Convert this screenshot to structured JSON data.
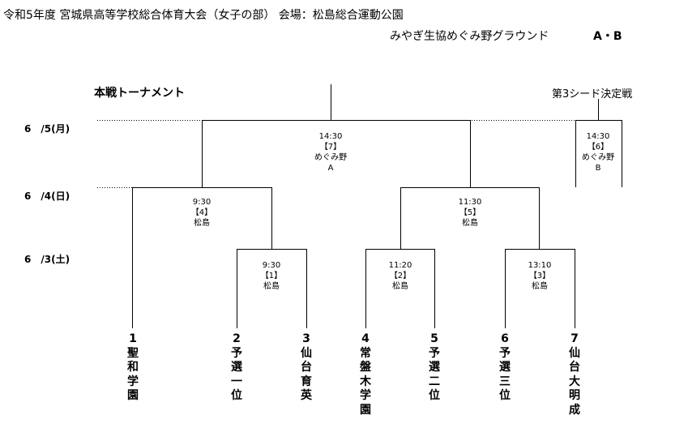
{
  "header": {
    "line1": "令和5年度 宮城県高等学校総合体育大会（女子の部） 会場：松島総合運動公園",
    "line2": "みやぎ生協めぐみ野グラウンド",
    "courts": "A・B"
  },
  "section_title": "本戦トーナメント",
  "third_seed_label": "第3シード決定戦",
  "dates": [
    "6　/5(月)",
    "6　/4(日)",
    "6　/3(土)"
  ],
  "matches": {
    "m7": {
      "time": "14:30",
      "num": "【7】",
      "venue": "めぐみ野",
      "court": "A"
    },
    "m6": {
      "time": "14:30",
      "num": "【6】",
      "venue": "めぐみ野",
      "court": "B"
    },
    "m4": {
      "time": "9:30",
      "num": "【4】",
      "venue": "松島"
    },
    "m5": {
      "time": "11:30",
      "num": "【5】",
      "venue": "松島"
    },
    "m1": {
      "time": "9:30",
      "num": "【1】",
      "venue": "松島"
    },
    "m2": {
      "time": "11:20",
      "num": "【2】",
      "venue": "松島"
    },
    "m3": {
      "time": "13:10",
      "num": "【3】",
      "venue": "松島"
    }
  },
  "teams": [
    {
      "num": "1",
      "name": "聖和学園"
    },
    {
      "num": "2",
      "name": "予選一位"
    },
    {
      "num": "3",
      "name": "仙台育英"
    },
    {
      "num": "4",
      "name": "常盤木学園"
    },
    {
      "num": "5",
      "name": "予選二位"
    },
    {
      "num": "6",
      "name": "予選三位"
    },
    {
      "num": "7",
      "name": "仙台大明成"
    }
  ]
}
